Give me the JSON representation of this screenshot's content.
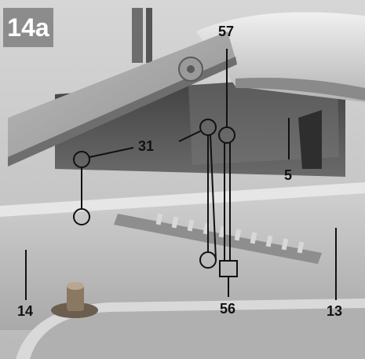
{
  "figure": {
    "label": "14a",
    "callouts": {
      "c57": "57",
      "c31": "31",
      "c5": "5",
      "c14": "14",
      "c56": "56",
      "c13": "13"
    }
  },
  "colors": {
    "label_bg": "#8c8c8c",
    "label_text": "#ffffff",
    "callout_text": "#111111",
    "marker": "#111111"
  }
}
